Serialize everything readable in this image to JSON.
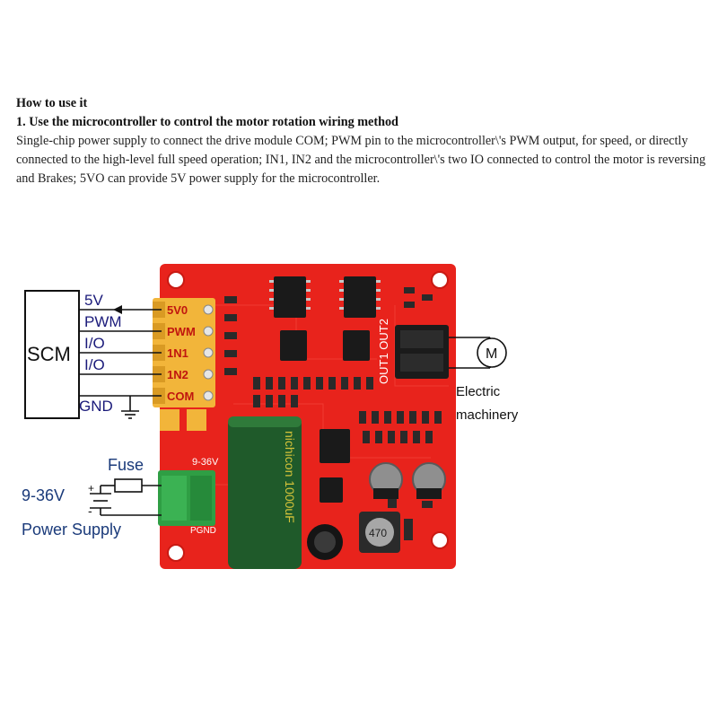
{
  "text": {
    "heading": "How to use it",
    "subheading": "1. Use the microcontroller to control the motor rotation wiring method",
    "body": "Single-chip power supply to connect the drive module COM; PWM pin to the microcontroller\\'s PWM output, for speed, or directly connected to the high-level full speed operation; IN1, IN2 and the microcontroller\\'s two IO connected to control the motor is reversing and Brakes; 5VO can provide 5V power supply for the microcontroller."
  },
  "diagram": {
    "scm_label": "SCM",
    "wires": [
      "5V",
      "PWM",
      "I/O",
      "I/O",
      "GND"
    ],
    "terminals": [
      "5V0",
      "PWM",
      "1N1",
      "1N2",
      "COM"
    ],
    "motor_symbol": "M",
    "motor_label_1": "Electric",
    "motor_label_2": "machinery",
    "fuse_label": "Fuse",
    "voltage_label": "9-36V",
    "power_label": "Power Supply",
    "plus_sign": "+",
    "minus_sign": "-",
    "board_voltage": "9-36V",
    "board_out_label": "OUT1 OUT2",
    "board_pgnd": "PGND",
    "cap_label": "470",
    "big_cap_text": "nichicon 1000uF",
    "board_bg": "#e8231c",
    "connector_color": "#f2b53a",
    "power_connector_color": "#2f9e44",
    "capacitor_color": "#1f5a2a",
    "wire_label_color": "#1a1a7a"
  }
}
